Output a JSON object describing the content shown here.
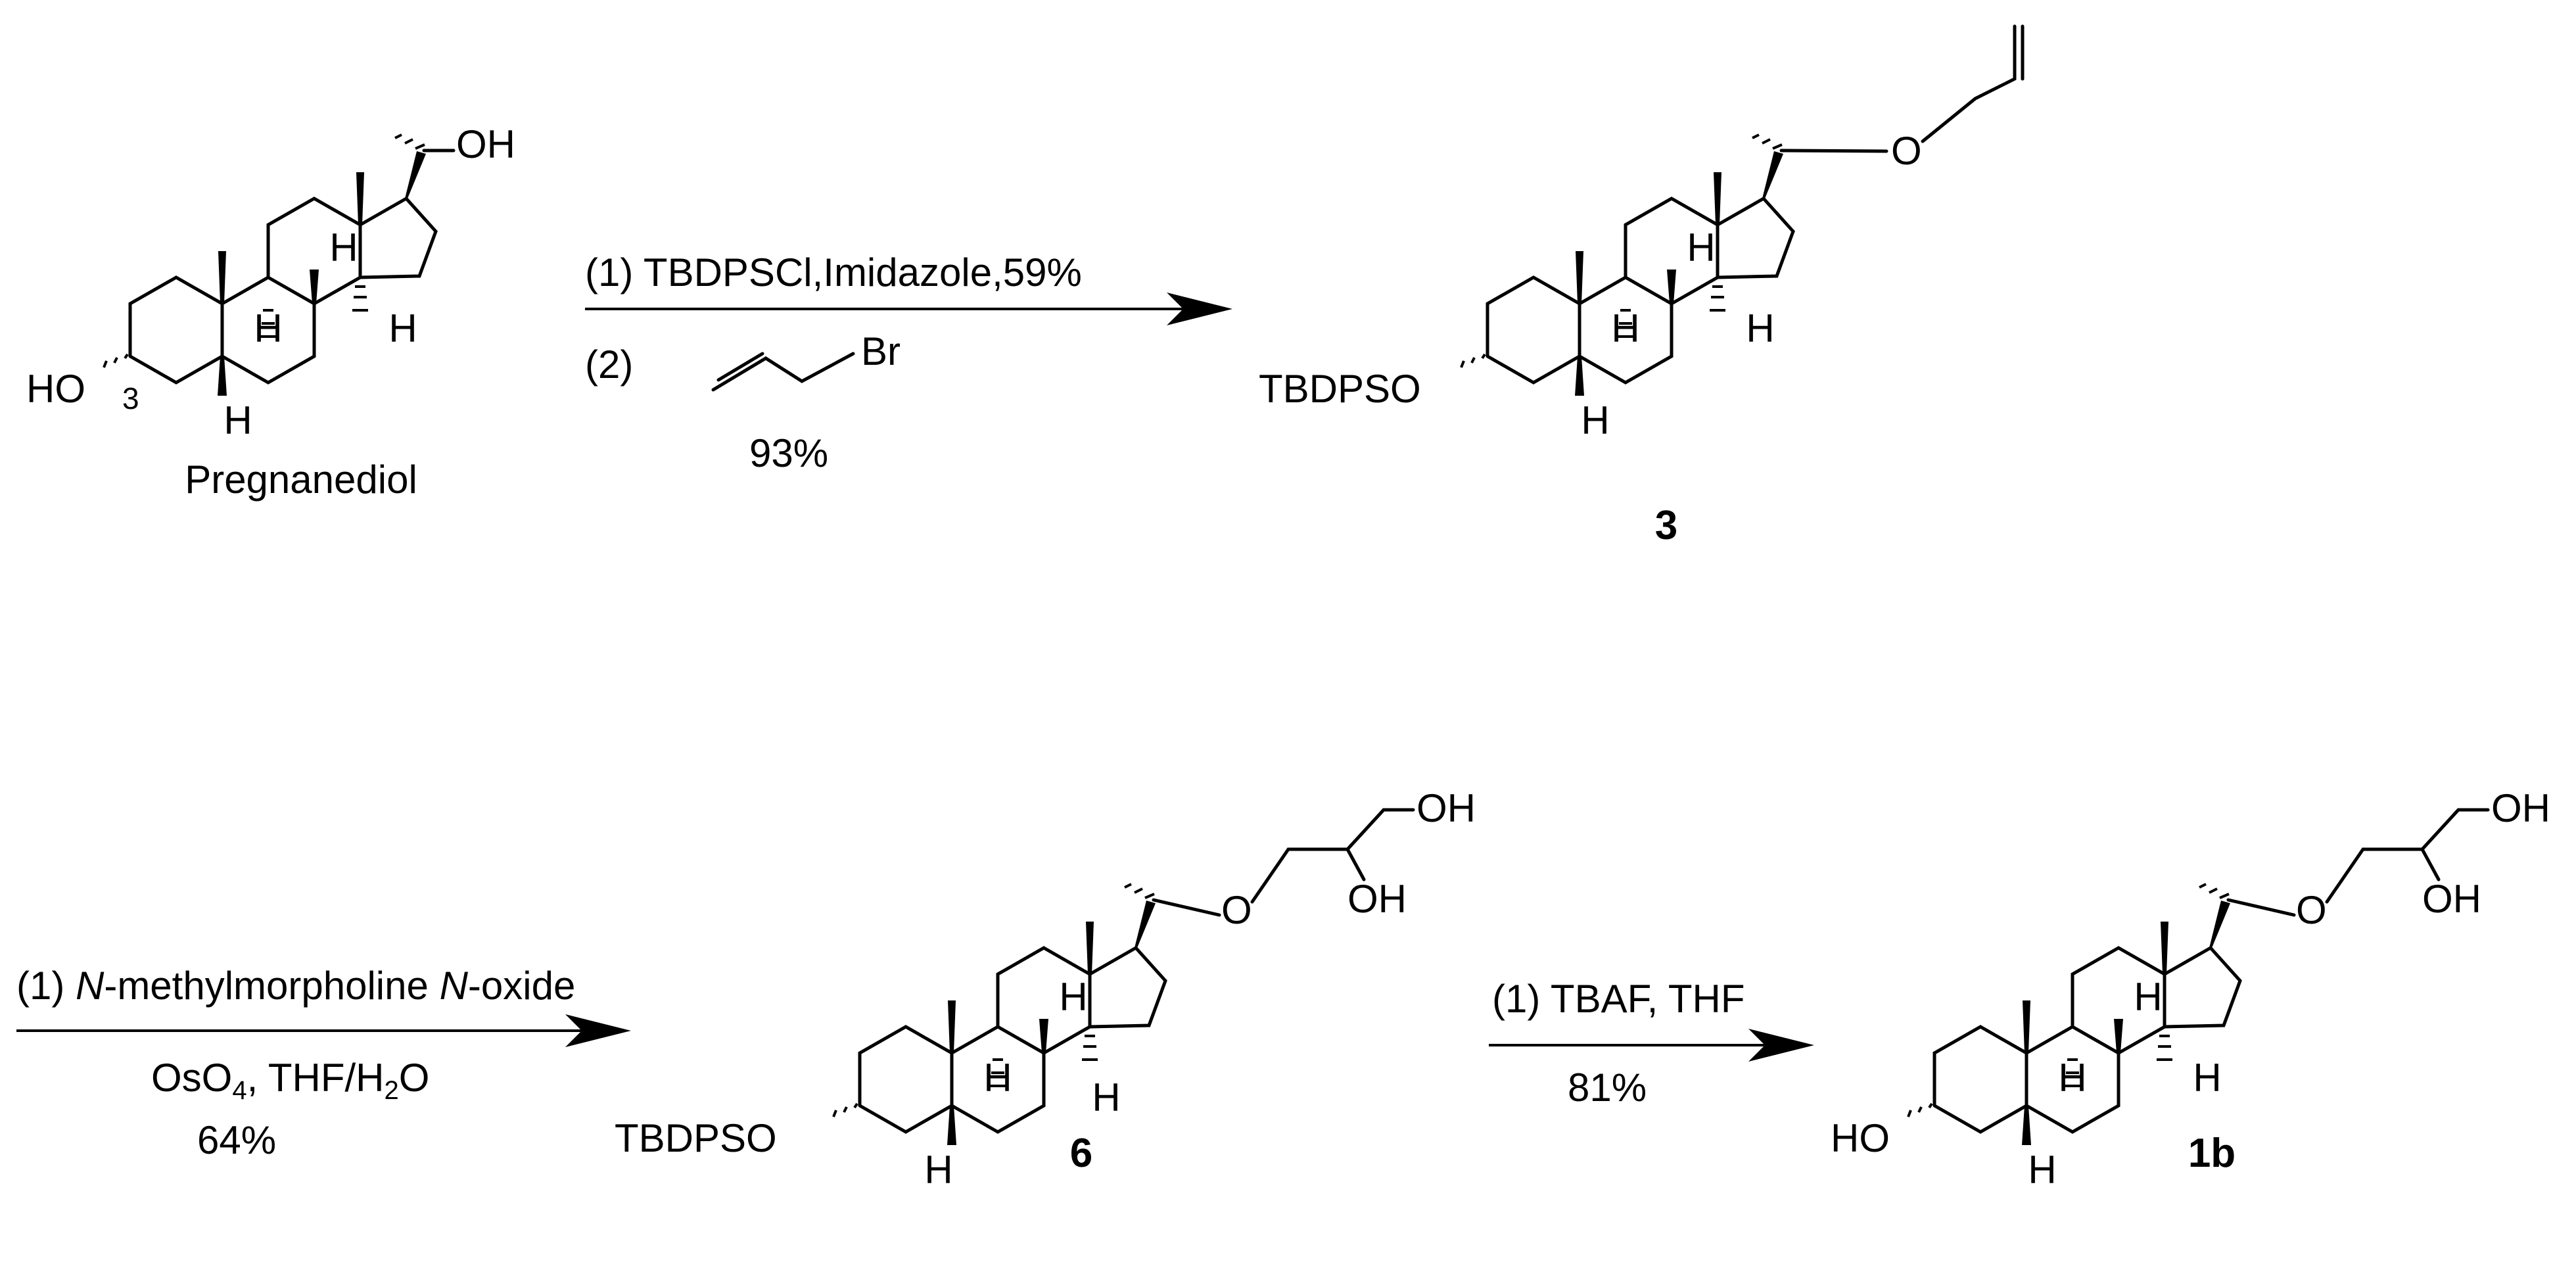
{
  "compounds": {
    "pregnanediol": {
      "name": "Pregnanediol",
      "substituent": "OH",
      "ring_substituent": "HO",
      "locant": "3"
    },
    "c3": {
      "number": "3",
      "ring_substituent": "TBDPSO",
      "side_O": "O"
    },
    "c6": {
      "number": "6",
      "ring_substituent": "TBDPSO",
      "side_O": "O",
      "oh_top": "OH",
      "oh_mid": "OH"
    },
    "c1b": {
      "number": "1b",
      "ring_substituent": "HO",
      "side_O": "O",
      "oh_top": "OH",
      "oh_mid": "OH"
    }
  },
  "labels": {
    "H": "H",
    "Br": "Br"
  },
  "reaction1": {
    "step1": "(1) TBDPSCl,Imidazole,59%",
    "step2_label": "(2)",
    "step2_yield": "93%"
  },
  "reaction2": {
    "prefix": "(1) ",
    "italic1": "N",
    "mid": "-methylmorpholine ",
    "italic2": "N",
    "suffix": "-oxide",
    "os": "OsO",
    "sub4": "4",
    "thf": ", THF/H",
    "sub2": "2",
    "o": "O",
    "yield": "64%"
  },
  "reaction3": {
    "step1": "(1) TBAF, THF",
    "yield": "81%"
  }
}
